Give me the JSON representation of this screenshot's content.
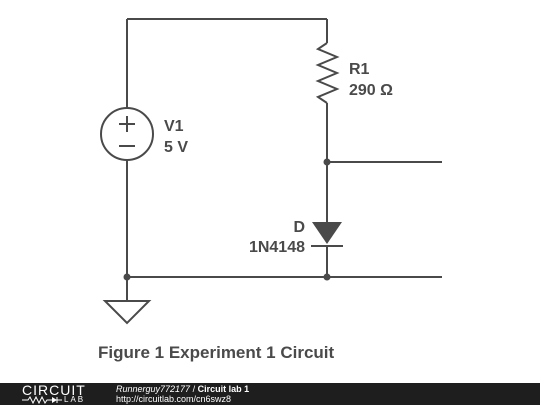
{
  "components": {
    "source": {
      "name": "V1",
      "value": "5 V"
    },
    "resistor": {
      "name": "R1",
      "value": "290 Ω"
    },
    "diode": {
      "name": "D",
      "value": "1N4148"
    }
  },
  "caption": "Figure 1 Experiment 1 Circuit",
  "footer": {
    "logo_top": "CIRCUIT",
    "logo_bottom": "LAB",
    "author": "Runnerguy772177",
    "separator": "/",
    "title": "Circuit lab 1",
    "url": "http://circuitlab.com/cn6swz8"
  },
  "colors": {
    "ink": "#4a4a4a",
    "footer_bg": "#1e1e1e"
  }
}
